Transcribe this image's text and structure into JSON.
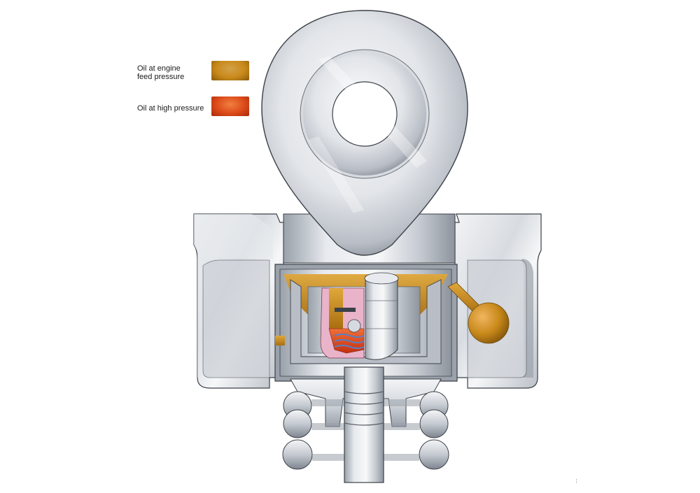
{
  "legend": {
    "feed_pressure": {
      "label_line1": "Oil at engine",
      "label_line2": "feed pressure",
      "color": "#c8891a"
    },
    "high_pressure": {
      "label": "Oil at high pressure",
      "color": "#dc4a1a"
    }
  },
  "colors": {
    "metal_light": "#eef0f2",
    "metal_mid": "#c9ced5",
    "metal_dark": "#8a919b",
    "metal_outline": "#3c4148",
    "seal_pink": "#e9b3c9",
    "spring_blue": "#5a7fc4"
  },
  "parts": [
    "camshaft-lobe",
    "cylinder-head",
    "hydraulic-tappet",
    "ball-check-valve",
    "valve-stem",
    "valve-spring",
    "oil-passage"
  ]
}
